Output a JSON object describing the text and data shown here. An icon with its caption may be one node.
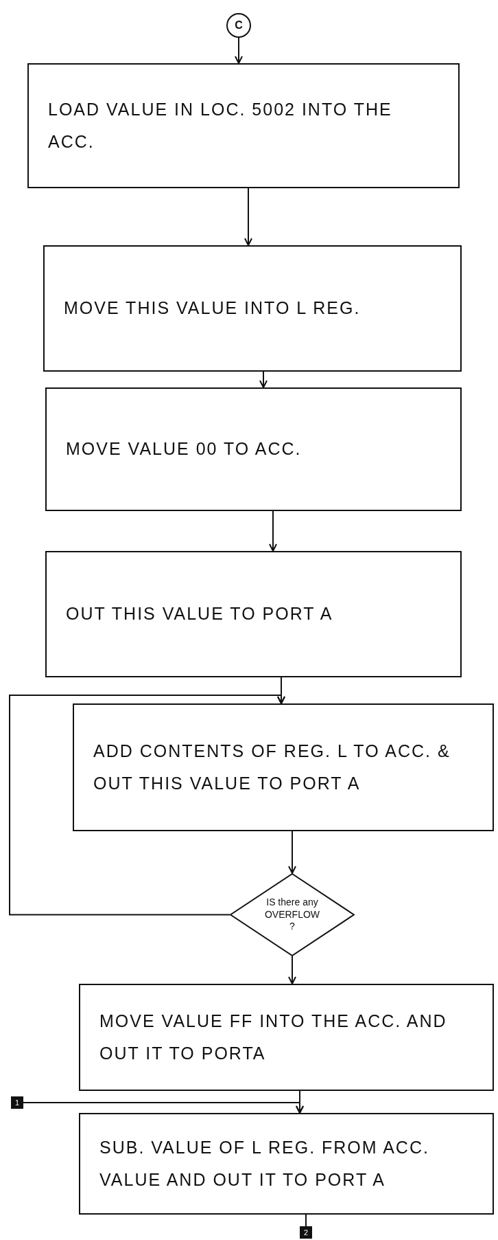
{
  "diagram": {
    "nodes": [
      {
        "text": [
          "C"
        ]
      },
      {
        "text": [
          "LOAD VALUE IN LOC. 5002 INTO THE ACC."
        ]
      },
      {
        "text": [
          "MOVE THIS VALUE INTO L REG."
        ]
      },
      {
        "text": [
          "MOVE VALUE 00 TO ACC."
        ]
      },
      {
        "text": [
          "OUT THIS VALUE TO PORT A"
        ]
      },
      {
        "text": [
          "ADD CONTENTS OF REG. L TO ACC. & OUT THIS VALUE TO PORT A"
        ]
      },
      {
        "text": [
          "IS there any OVERFLOW ?"
        ]
      },
      {
        "text": [
          "MOVE VALUE FF INTO THE ACC. AND OUT IT TO PORTA"
        ]
      },
      {
        "text": [
          "1"
        ]
      },
      {
        "text": [
          "SUB. VALUE OF L REG. FROM ACC. VALUE AND OUT IT TO PORT A"
        ]
      },
      {
        "text": [
          "2"
        ]
      }
    ],
    "edges": [
      {
        "from": 0,
        "to": 1,
        "arrow": "to"
      },
      {
        "from": 1,
        "to": 2,
        "arrow": "to"
      },
      {
        "from": 2,
        "to": 3,
        "arrow": "to"
      },
      {
        "from": 3,
        "to": 4,
        "arrow": "to"
      },
      {
        "from": 4,
        "to": 5,
        "arrow": "to"
      },
      {
        "from": 5,
        "to": 6,
        "arrow": "to"
      },
      {
        "from": 6,
        "to": 5,
        "arrow": "to"
      },
      {
        "from": 6,
        "to": 7,
        "arrow": "to"
      },
      {
        "from": 7,
        "to": 9,
        "arrow": "to"
      },
      {
        "from": 8,
        "to": 9,
        "arrow": "to"
      },
      {
        "from": 9,
        "to": 10,
        "arrow": "none"
      }
    ]
  }
}
